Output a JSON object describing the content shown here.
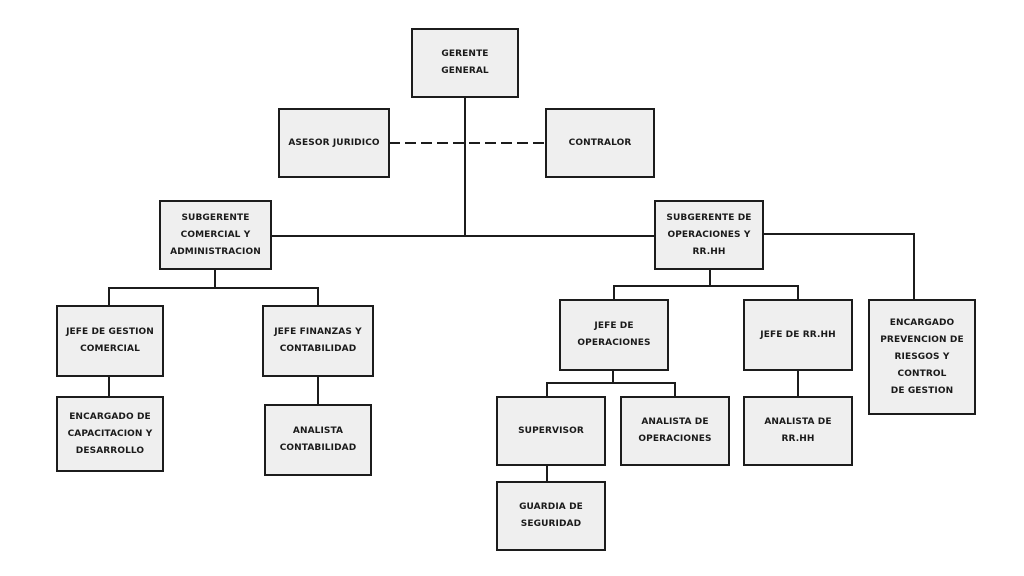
{
  "colors": {
    "box_fill": "#efefef",
    "box_border": "#1c1c1c",
    "line": "#1c1c1c",
    "text": "#1a1a1a"
  },
  "nodes": {
    "gerente_general": "GERENTE GENERAL",
    "asesor_juridico": "ASESOR JURIDICO",
    "contralor": "CONTRALOR",
    "subgerente_comercial": "SUBGERENTE\nCOMERCIAL Y\nADMINISTRACION",
    "subgerente_operaciones": "SUBGERENTE DE\nOPERACIONES Y RR.HH",
    "jefe_gestion_comercial": "JEFE DE GESTION\nCOMERCIAL",
    "jefe_finanzas": "JEFE FINANZAS Y\nCONTABILIDAD",
    "jefe_operaciones": "JEFE DE OPERACIONES",
    "jefe_rrhh": "JEFE DE RR.HH",
    "encargado_prevencion": "ENCARGADO\nPREVENCION DE\nRIESGOS Y  CONTROL\nDE GESTION",
    "encargado_capacitacion": "ENCARGADO DE\nCAPACITACION Y\nDESARROLLO",
    "analista_contabilidad": "ANALISTA\nCONTABILIDAD",
    "supervisor": "SUPERVISOR",
    "analista_operaciones": "ANALISTA DE\nOPERACIONES",
    "analista_rrhh": "ANALISTA DE RR.HH",
    "guardia_seguridad": "GUARDIA DE\nSEGURIDAD"
  }
}
